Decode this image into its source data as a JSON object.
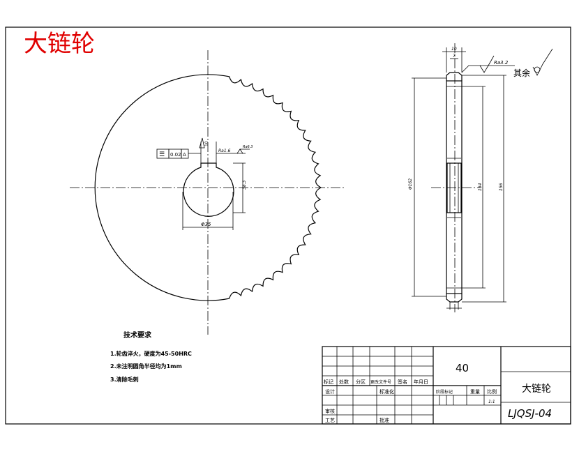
{
  "stamp": "大链轮",
  "front_view": {
    "flatness_symbol": "☰",
    "flatness_value": "0.02",
    "datum": "A",
    "keyway_width": "10",
    "roughness_label": "Ra1.6",
    "roughness_label2": "Ra6.3",
    "keyway_depth": "38.3",
    "bore_diameter": "Φ35"
  },
  "side_view": {
    "thickness_top": "10",
    "hub_width": "7",
    "roughness": "Ra3.2",
    "remainder_label": "其余",
    "dim_outer": "Φ162",
    "dim_mid": "154",
    "dim_right": "156"
  },
  "notes": {
    "title": "技术要求",
    "items": [
      "1.轮齿淬火，硬度为45-50HRC",
      "2.未注明圆角半径均为1mm",
      "3.清除毛刺"
    ]
  },
  "title_block": {
    "material": "40",
    "part_name": "大链轮",
    "drawing_no": "LJQSJ-04",
    "header": [
      "标记",
      "处数",
      "分区",
      "更改文件号",
      "签名",
      "年月日"
    ],
    "row_labels": [
      "设计",
      "审核",
      "工艺"
    ],
    "row_label_extra": "标准化",
    "approve": "批准",
    "stage": "阶段标记",
    "weight": "重量",
    "scale": "比例",
    "scale_value": "1:1"
  }
}
